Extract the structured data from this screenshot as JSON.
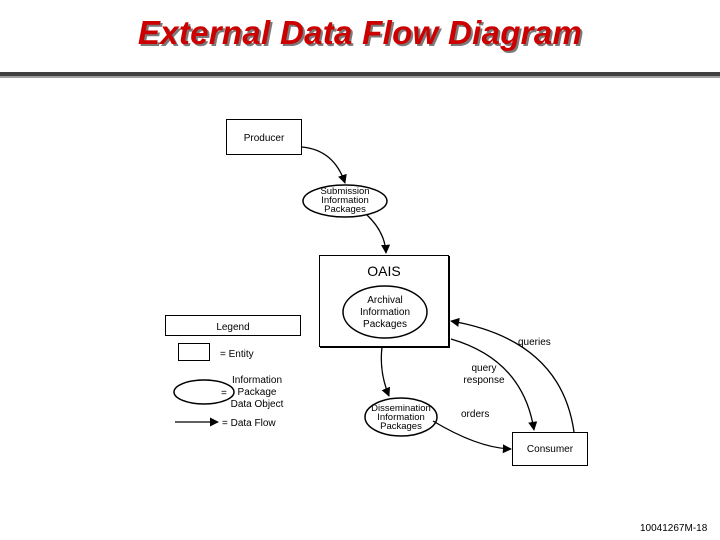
{
  "title": "External Data Flow Diagram",
  "entities": {
    "producer": "Producer",
    "oais": "OAIS",
    "consumer": "Consumer"
  },
  "packages": {
    "submission": [
      "Submission",
      "Information",
      "Packages"
    ],
    "archival": [
      "Archival",
      "Information",
      "Packages"
    ],
    "dissemination": [
      "Dissemination",
      "Information",
      "Packages"
    ]
  },
  "flows": {
    "queries": "queries",
    "query_response": [
      "query",
      "response"
    ],
    "orders": "orders"
  },
  "legend": {
    "title": "Legend",
    "entity": "= Entity",
    "package_equals": "=",
    "package": [
      "Information",
      "Package",
      "Data Object"
    ],
    "data_flow": "= Data Flow"
  },
  "footer": "10041267M-18"
}
